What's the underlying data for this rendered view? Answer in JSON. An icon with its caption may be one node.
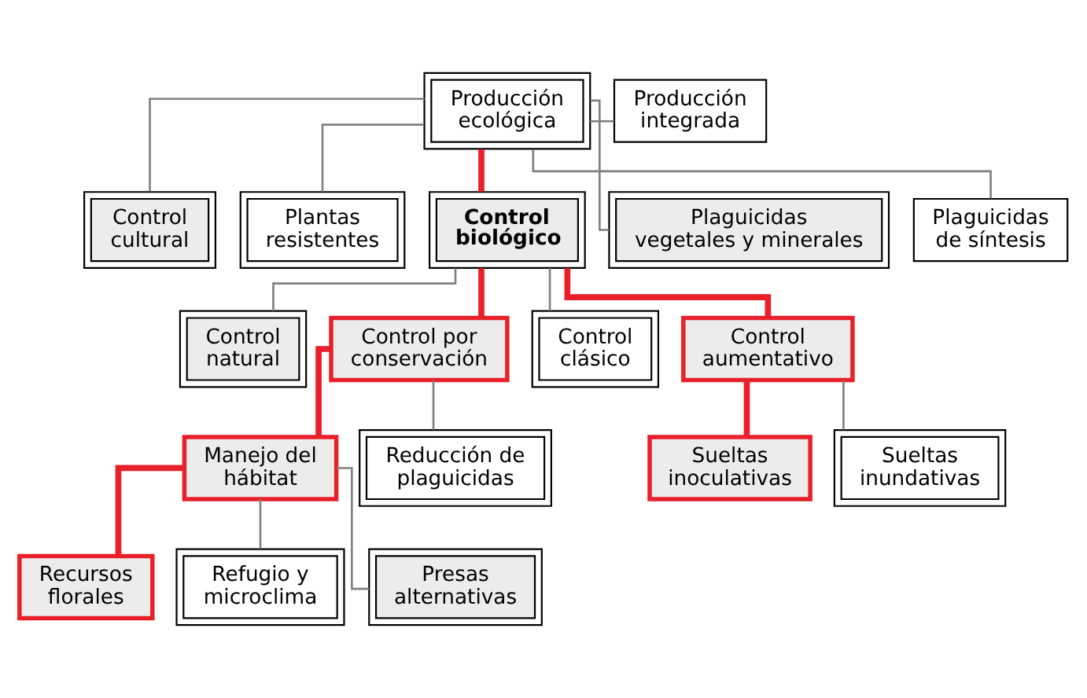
{
  "diagram": {
    "nodes": [
      {
        "text": [
          "Producción ecológica"
        ]
      },
      {
        "text": [
          "Producción integrada"
        ]
      },
      {
        "text": [
          "Control cultural"
        ]
      },
      {
        "text": [
          "Plantas resistentes"
        ]
      },
      {
        "text": [
          "Control biológico"
        ]
      },
      {
        "text": [
          "Plaguicidas vegetales y minerales"
        ]
      },
      {
        "text": [
          "Plaguicidas de síntesis"
        ]
      },
      {
        "text": [
          "Control natural"
        ]
      },
      {
        "text": [
          "Control por conservación"
        ]
      },
      {
        "text": [
          "Control clásico"
        ]
      },
      {
        "text": [
          "Control aumentativo"
        ]
      },
      {
        "text": [
          "Manejo del hábitat"
        ]
      },
      {
        "text": [
          "Reducción de plaguicidas"
        ]
      },
      {
        "text": [
          "Sueltas inoculativas"
        ]
      },
      {
        "text": [
          "Sueltas inundativas"
        ]
      },
      {
        "text": [
          "Recursos florales"
        ]
      },
      {
        "text": [
          "Refugio y microclima"
        ]
      },
      {
        "text": [
          "Presas alternativas"
        ]
      }
    ],
    "edges": [
      {
        "from": 0,
        "to": 1,
        "arrow": "none"
      },
      {
        "from": 0,
        "to": 2,
        "arrow": "none"
      },
      {
        "from": 0,
        "to": 3,
        "arrow": "none"
      },
      {
        "from": 0,
        "to": 4,
        "arrow": "none",
        "style": "thick",
        "color": "#e8202a"
      },
      {
        "from": 0,
        "to": 5,
        "arrow": "none"
      },
      {
        "from": 0,
        "to": 6,
        "arrow": "none"
      },
      {
        "from": 4,
        "to": 7,
        "arrow": "none"
      },
      {
        "from": 4,
        "to": 8,
        "arrow": "none",
        "style": "thick",
        "color": "#e8202a"
      },
      {
        "from": 4,
        "to": 9,
        "arrow": "none"
      },
      {
        "from": 4,
        "to": 10,
        "arrow": "none",
        "style": "thick",
        "color": "#e8202a"
      },
      {
        "from": 8,
        "to": 11,
        "arrow": "none",
        "style": "thick",
        "color": "#e8202a"
      },
      {
        "from": 8,
        "to": 12,
        "arrow": "none"
      },
      {
        "from": 10,
        "to": 13,
        "arrow": "none",
        "style": "thick",
        "color": "#e8202a"
      },
      {
        "from": 10,
        "to": 14,
        "arrow": "none"
      },
      {
        "from": 11,
        "to": 15,
        "arrow": "none",
        "style": "thick",
        "color": "#e8202a"
      },
      {
        "from": 11,
        "to": 16,
        "arrow": "none"
      },
      {
        "from": 11,
        "to": 17,
        "arrow": "none"
      }
    ]
  }
}
